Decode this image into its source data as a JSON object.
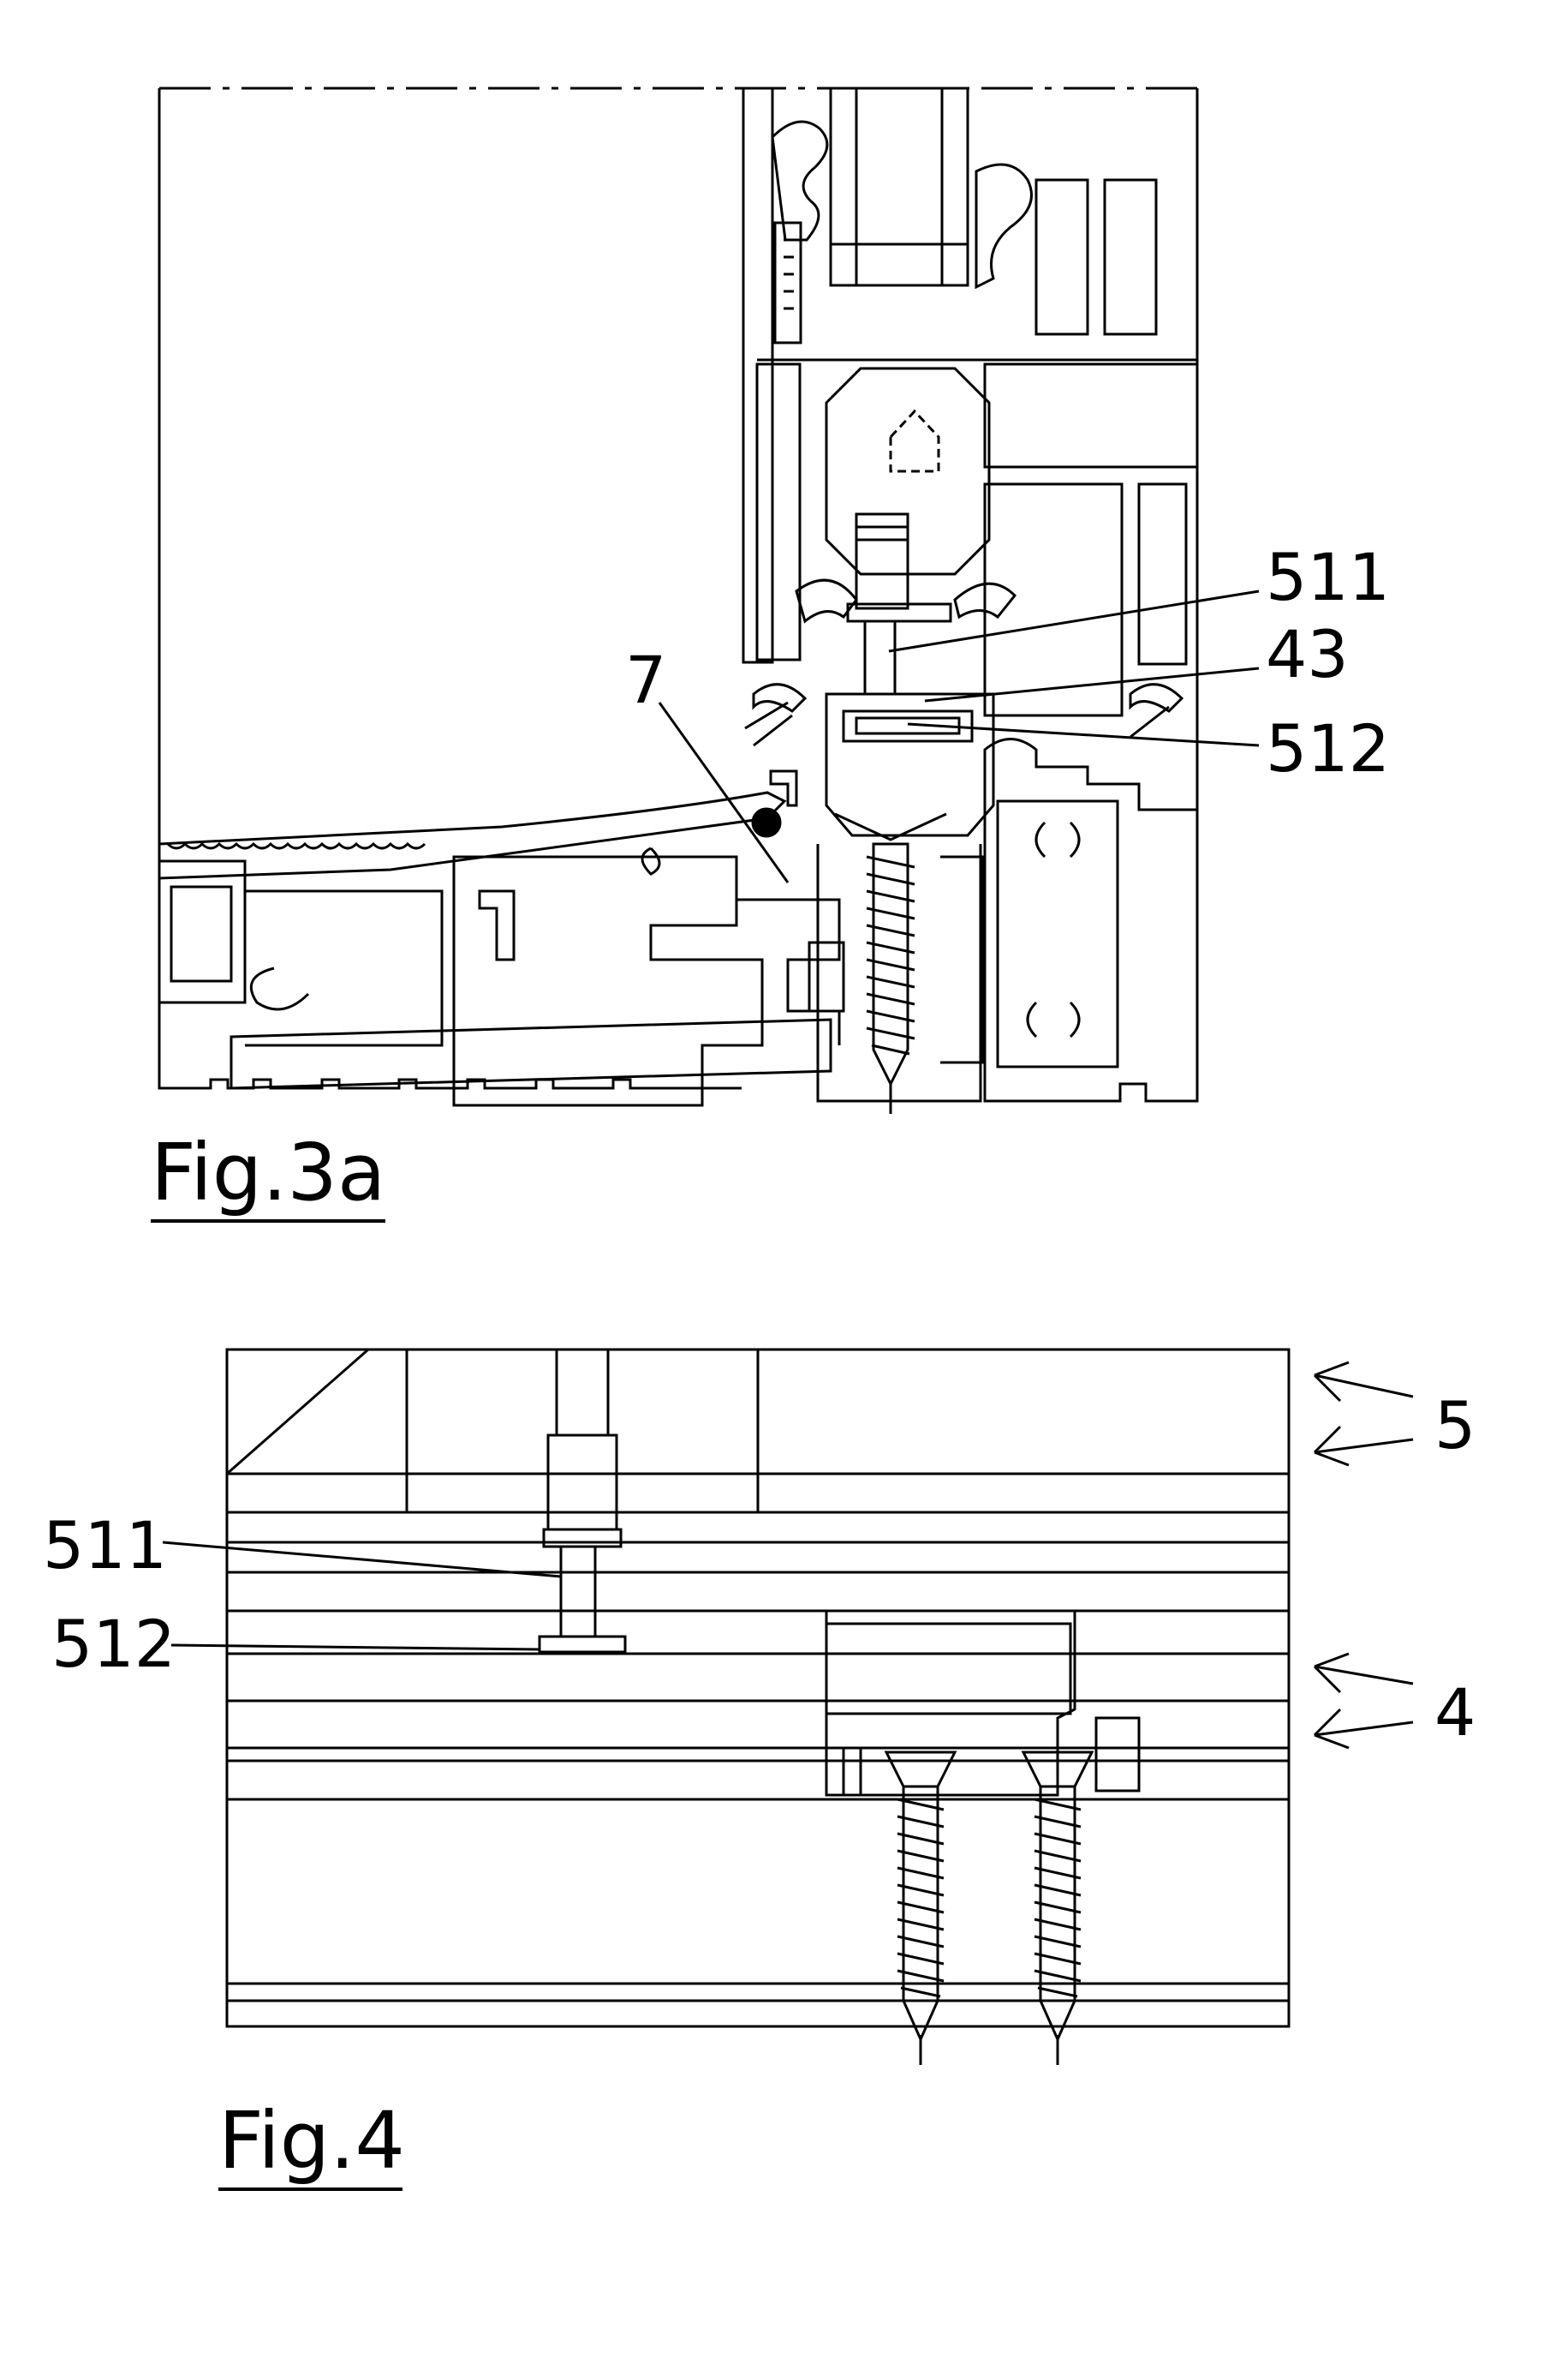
{
  "figures": [
    {
      "caption": "Fig.3a",
      "labels": {
        "l511": "511",
        "l43": "43",
        "l512": "512",
        "l7": "7"
      }
    },
    {
      "caption": "Fig.4",
      "labels": {
        "l511": "511",
        "l512": "512",
        "l5": "5",
        "l4": "4"
      }
    }
  ]
}
